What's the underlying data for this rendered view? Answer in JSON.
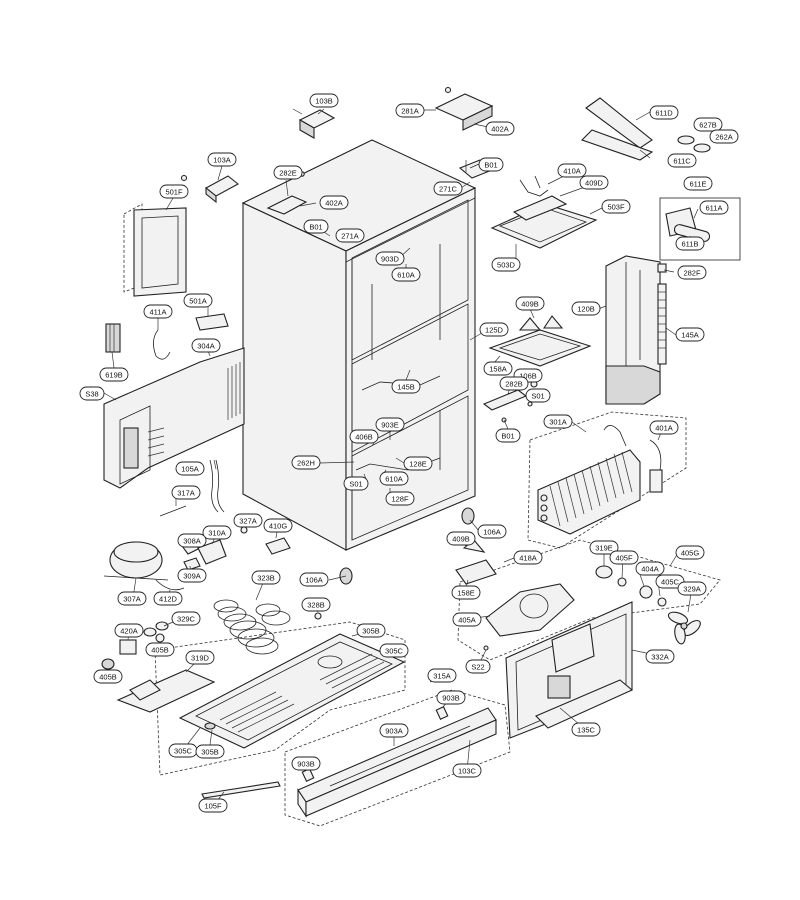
{
  "labels": {
    "l103B": "103B",
    "l281A": "281A",
    "l402A_top": "402A",
    "l611D": "611D",
    "l627B": "627B",
    "l262A": "262A",
    "l611C": "611C",
    "l103A": "103A",
    "l282E": "282E",
    "lB01_top": "B01",
    "l410A": "410A",
    "l409D": "409D",
    "l271C": "271C",
    "l501F": "501F",
    "l402A": "402A",
    "l503F": "503F",
    "l611E": "611E",
    "l611A": "611A",
    "l611B": "611B",
    "lB01_mid": "B01",
    "l271A": "271A",
    "l903D": "903D",
    "l610A_top": "610A",
    "l503D": "503D",
    "l282F": "282F",
    "l411A": "411A",
    "l501A": "501A",
    "l409B_top": "409B",
    "l120B": "120B",
    "l145A": "145A",
    "l304A": "304A",
    "l125D": "125D",
    "l619B": "619B",
    "l158A": "158A",
    "l106B": "106B",
    "l282B": "282B",
    "l145B": "145B",
    "lS38": "S38",
    "lS01_right": "S01",
    "lB01_low": "B01",
    "l301A": "301A",
    "l401A": "401A",
    "l903E": "903E",
    "l406B": "406B",
    "l262H": "262H",
    "l128E": "128E",
    "l610A_low": "610A",
    "l105A": "105A",
    "lS01_low": "S01",
    "l128F": "128F",
    "l317A": "317A",
    "l327A": "327A",
    "l410G": "410G",
    "l310A": "310A",
    "l106A_right": "106A",
    "l409B_low": "409B",
    "l418A": "418A",
    "l319E": "319E",
    "l405F": "405F",
    "l405G": "405G",
    "l308A": "308A",
    "l404A": "404A",
    "l309A": "309A",
    "l405C_right": "405C",
    "l323B": "323B",
    "l106A_low": "106A",
    "l158E": "158E",
    "l329A": "329A",
    "l307A": "307A",
    "l412D": "412D",
    "l328B": "328B",
    "l405A": "405A",
    "l329C": "329C",
    "l305B_top": "305B",
    "l420A": "420A",
    "l405B_mid": "405B",
    "l305C_top": "305C",
    "l332A": "332A",
    "l319D": "319D",
    "l405B_left": "405B",
    "lS22": "S22",
    "l315A": "315A",
    "l903B_top": "903B",
    "l135C": "135C",
    "l903A": "903A",
    "l305C_low": "305C",
    "l305B_low": "305B",
    "l903B_low": "903B",
    "l103C": "103C",
    "l105F": "105F"
  }
}
